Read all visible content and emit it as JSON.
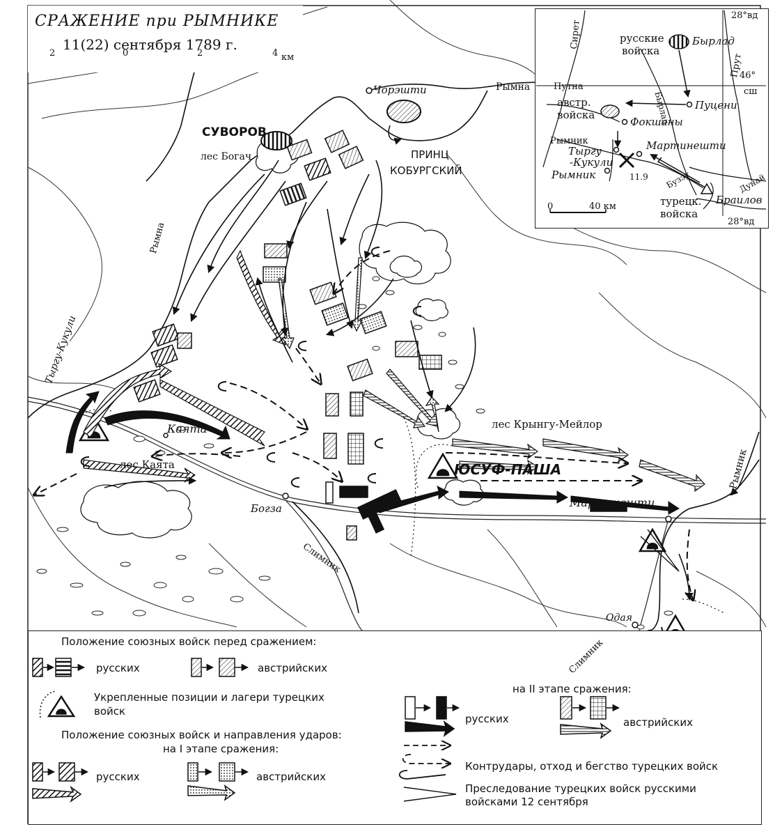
{
  "title": {
    "line1": "СРАЖЕНИЕ при РЫМНИКЕ",
    "line2": "11(22) сентября 1789 г.",
    "scale_ticks": [
      "2",
      "0",
      "2",
      "4"
    ],
    "scale_unit": "км"
  },
  "places": {
    "chorashti": "Чорэшти",
    "rymna": "Рымна",
    "suvorov": "СУВОРОВ",
    "les_bogach": "лес Богач",
    "prince_line1": "ПРИНЦ",
    "prince_line2": "КОБУРГСКИЙ",
    "rymna_river": "Рымна",
    "tyrgu_kukuli": "Тыргу-Кукули",
    "kayata": "Каята",
    "les_kayata": "лес Каята",
    "bogza": "Богза",
    "slimnik": "Слимник",
    "les_kryngu": "лес Крынгу-Мейлор",
    "yusuf": "ЮСУФ-ПАША",
    "martineshti": "Мартинешти",
    "rymnik": "Рымник",
    "odaya": "Одая",
    "slimnik2": "Слимник"
  },
  "inset": {
    "lon_top": "28°вд",
    "siret": "Сирет",
    "rus_line1": "русские",
    "rus_line2": "войска",
    "byrlad": "Бырлад",
    "prut": "Прут",
    "lat_value": "46°",
    "lat_unit": "сш",
    "putna": "Путна",
    "byrlad_river": "Бырлад",
    "aus_line1": "австр.",
    "aus_line2": "войска",
    "putseni": "Пуцени",
    "fokshany": "Фокшаны",
    "rymnik_river": "Рымник",
    "tyrgu_line1": "Тыргу",
    "tyrgu_line2": "-Кукули",
    "martineshti": "Мартинешти",
    "rymnik": "Рымник",
    "date": "11.9",
    "buzeu": "Бузэу",
    "dunay": "Дунай",
    "brailov": "Браилов",
    "tur_line1": "турецк.",
    "tur_line2": "войска",
    "scale_zero": "0",
    "scale_km": "40 км",
    "lon_bottom": "28°вд"
  },
  "legend": {
    "before_title": "Положение союзных войск перед сражением:",
    "before_rus": "русских",
    "before_aus": "австрийских",
    "fort_line1": "Укрепленные позиции и лагери турецких",
    "fort_line2": "войск",
    "dir_title": "Положение союзных войск и направления ударов:",
    "stage1_title": "на I этапе сражения:",
    "stage1_rus": "русских",
    "stage1_aus": "австрийских",
    "stage2_title": "на II этапе сражения:",
    "stage2_rus": "русских",
    "stage2_aus": "австрийских",
    "counter": "Контрудары, отход и бегство турецких войск",
    "pursuit_line1": "Преследование турецких войск русскими",
    "pursuit_line2": "войсками 12 сентября"
  }
}
